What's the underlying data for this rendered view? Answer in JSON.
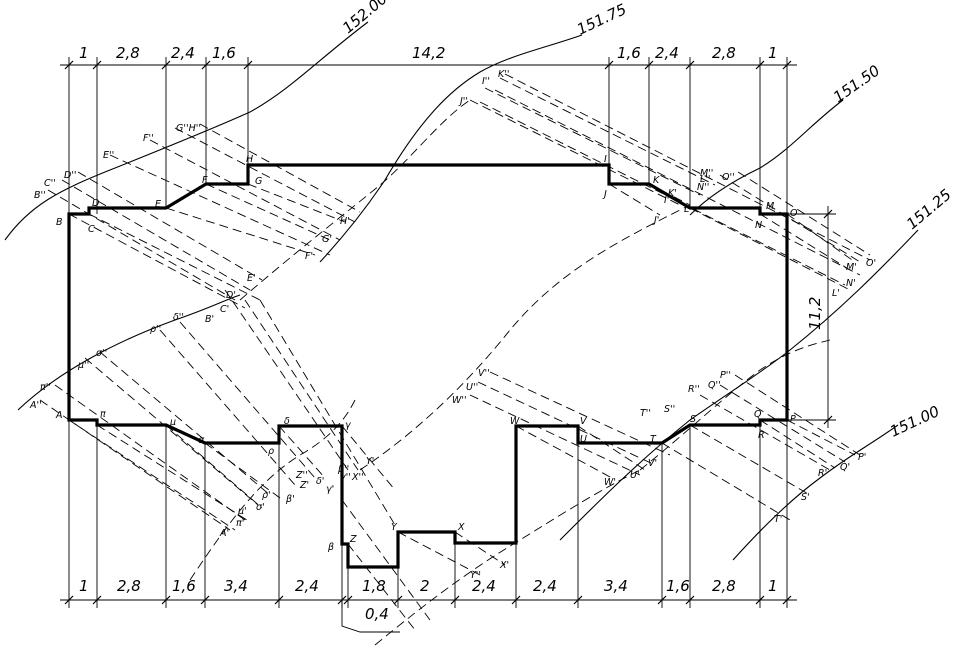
{
  "contours": [
    {
      "label": "152.00"
    },
    {
      "label": "151.75"
    },
    {
      "label": "151.50"
    },
    {
      "label": "151.25"
    },
    {
      "label": "151.00"
    }
  ],
  "dimensions": {
    "top": [
      "1",
      "2,8",
      "2,4",
      "1,6",
      "14,2",
      "1,6",
      "2,4",
      "2,8",
      "1"
    ],
    "bottom": [
      "1",
      "2,8",
      "1,6",
      "3,4",
      "2,4",
      "1,8",
      "2",
      "2,4",
      "2,4",
      "3,4",
      "1,6",
      "2,8",
      "1"
    ],
    "bottom_extra": "0,4",
    "right": "11,2"
  },
  "point_labels": {
    "top_left": [
      "B",
      "C",
      "D",
      "E",
      "F",
      "G",
      "H",
      "B''",
      "C''",
      "D''",
      "E''",
      "F''",
      "G''H''",
      "B'",
      "C'",
      "D'",
      "E'",
      "F'",
      "G'",
      "H'"
    ],
    "top_right": [
      "I",
      "J",
      "K",
      "L",
      "M",
      "N",
      "O",
      "I''",
      "J''",
      "K''",
      "L''",
      "M''",
      "N''",
      "O''",
      "I'",
      "J'",
      "K'",
      "L'",
      "M'",
      "N'",
      "O'"
    ],
    "bottom_left": [
      "A",
      "π",
      "μ",
      "σ",
      "ρ",
      "δ",
      "γ",
      "β",
      "Z",
      "A''",
      "π''",
      "μ''",
      "σ''",
      "ρ''",
      "δ''",
      "A'",
      "π'",
      "μ'",
      "σ'",
      "ρ'",
      "δ'",
      "γ'",
      "β'",
      "Z'",
      "Z''",
      "β''",
      "γ''"
    ],
    "bottom_right": [
      "Y",
      "X",
      "W",
      "V",
      "U",
      "T",
      "S",
      "R",
      "Q",
      "P",
      "Y'",
      "X'",
      "W'",
      "V'",
      "U'",
      "T'",
      "S'",
      "R'",
      "Q'",
      "P'",
      "Y''",
      "X''",
      "W''",
      "V''",
      "U''",
      "T''",
      "S''",
      "R''",
      "Q''",
      "P''"
    ]
  }
}
